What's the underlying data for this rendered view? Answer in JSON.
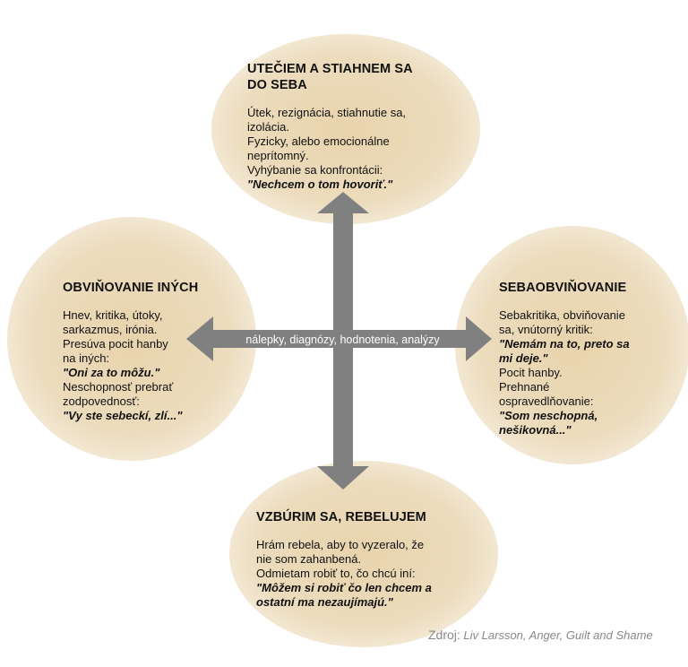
{
  "diagram": {
    "top": {
      "heading_lines": [
        "UTEČIEM A STIAHNEM SA",
        "DO SEBA"
      ],
      "lines": [
        {
          "text": "Útek, rezignácia, stiahnutie sa,",
          "quote": false
        },
        {
          "text": "izolácia.",
          "quote": false
        },
        {
          "text": "Fyzicky, alebo emocionálne",
          "quote": false
        },
        {
          "text": "neprítomný.",
          "quote": false
        },
        {
          "text": "Vyhýbanie sa konfrontácii:",
          "quote": false
        },
        {
          "text": "\"Nechcem o tom hovoriť.\"",
          "quote": true
        }
      ]
    },
    "left": {
      "heading_lines": [
        "OBVIŇOVANIE INÝCH"
      ],
      "lines": [
        {
          "text": "Hnev, kritika, útoky,",
          "quote": false
        },
        {
          "text": "sarkazmus, irónia.",
          "quote": false
        },
        {
          "text": "Presúva pocit hanby",
          "quote": false
        },
        {
          "text": "na iných:",
          "quote": false
        },
        {
          "text": "\"Oni za to môžu.\"",
          "quote": true
        },
        {
          "text": "Neschopnosť prebrať",
          "quote": false
        },
        {
          "text": "zodpovednosť:",
          "quote": false
        },
        {
          "text": "\"Vy ste sebeckí, zlí...\"",
          "quote": true
        }
      ]
    },
    "right": {
      "heading_lines": [
        "SEBAOBVIŇOVANIE"
      ],
      "lines": [
        {
          "text": "Sebakritika, obviňovanie",
          "quote": false
        },
        {
          "text": "sa, vnútorný kritik:",
          "quote": false
        },
        {
          "text": "\"Nemám na to, preto sa",
          "quote": true
        },
        {
          "text": "mi deje.\"",
          "quote": true
        },
        {
          "text": "Pocit hanby.",
          "quote": false
        },
        {
          "text": "Prehnané",
          "quote": false
        },
        {
          "text": "ospravedlňovanie:",
          "quote": false
        },
        {
          "text": "\"Som neschopná,",
          "quote": true
        },
        {
          "text": "nešikovná...\"",
          "quote": true
        }
      ]
    },
    "bottom": {
      "heading_lines": [
        "VZBÚRIM SA, REBELUJEM"
      ],
      "lines": [
        {
          "text": "Hrám rebela, aby to vyzeralo, že",
          "quote": false
        },
        {
          "text": "nie som zahanbená.",
          "quote": false
        },
        {
          "text": "Odmietam robiť to, čo chcú iní:",
          "quote": false
        },
        {
          "text": "\"Môžem si robiť čo len chcem a",
          "quote": true
        },
        {
          "text": "ostatní ma nezaujímajú.\"",
          "quote": true
        }
      ]
    },
    "horizontal_arrow_label": "nálepky, diagnózy, hodnotenia, analýzy"
  },
  "source": {
    "label": "Zdroj:",
    "text": "Liv Larsson, Anger, Guilt and Shame"
  },
  "colors": {
    "blob": "#e8d3ac",
    "arrow": "#808080",
    "arrow_text": "#ffffff",
    "source_text": "#888888"
  }
}
